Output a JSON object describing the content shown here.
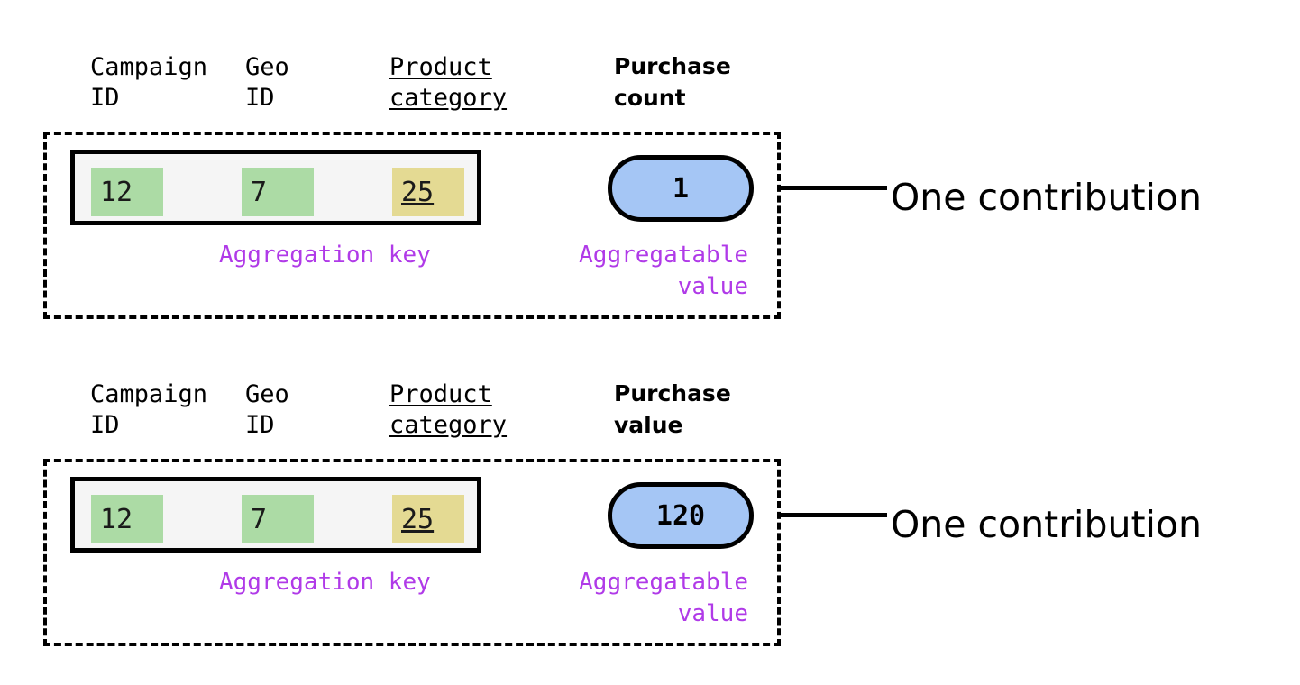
{
  "diagram": {
    "title_context": "Aggregation key and aggregatable value contributions",
    "colors": {
      "key_cell_green": "#acdba5",
      "key_cell_yellow": "#e4da93",
      "value_pill_blue": "#a5c6f5",
      "annotation_purple": "#b03ae8",
      "key_box_fill": "#f5f5f5",
      "stroke": "#000000",
      "background": "#ffffff"
    },
    "annotations": {
      "aggregation_key": "Aggregation key",
      "aggregatable_value_line1": "Aggregatable",
      "aggregatable_value_line2": "value",
      "contribution_caption": "One contribution"
    },
    "headers": {
      "campaign_line1": "Campaign",
      "campaign_line2": "ID",
      "geo_line1": "Geo",
      "geo_line2": "ID",
      "product_line1": "Product",
      "product_line2": "category"
    },
    "contributions": [
      {
        "id": "purchase-count",
        "value_header_line1": "Purchase",
        "value_header_line2": "count",
        "key": {
          "campaign_id": "12",
          "geo_id": "7",
          "product_category": "25"
        },
        "aggregatable_value": "1",
        "caption": "One contribution"
      },
      {
        "id": "purchase-value",
        "value_header_line1": "Purchase",
        "value_header_line2": "value",
        "key": {
          "campaign_id": "12",
          "geo_id": "7",
          "product_category": "25"
        },
        "aggregatable_value": "120",
        "caption": "One contribution"
      }
    ]
  }
}
